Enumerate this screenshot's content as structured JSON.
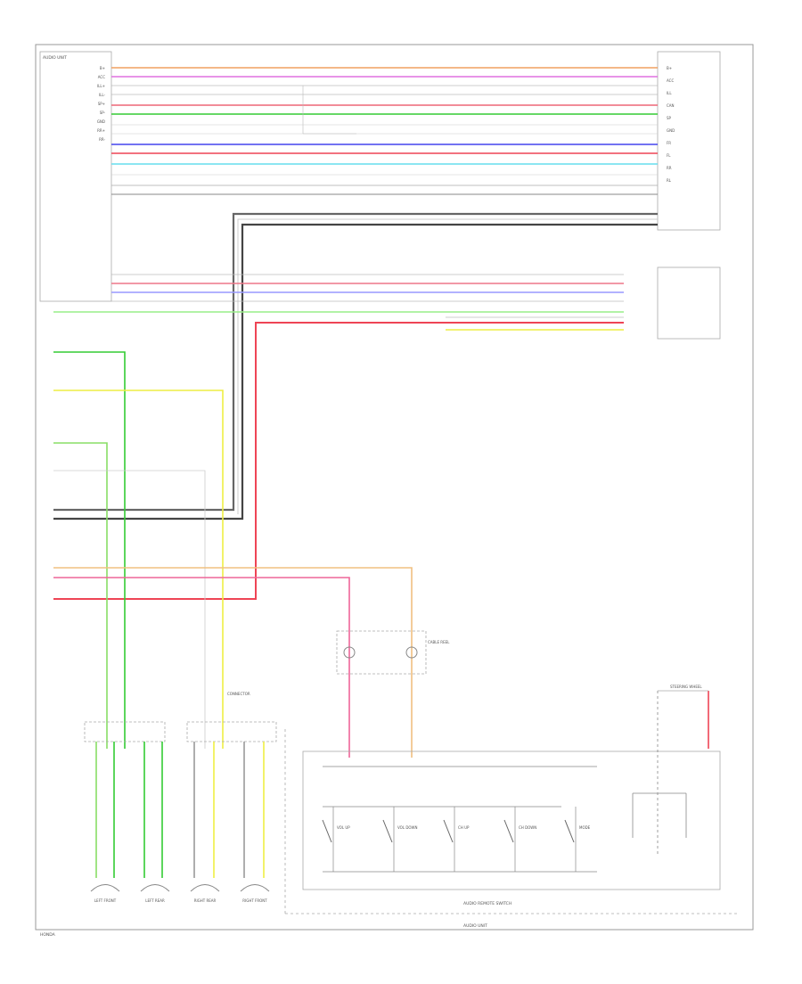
{
  "diagram": {
    "corner_label": "HONDA",
    "head_unit_label": "AUDIO UNIT",
    "footer_label": "AUDIO UNIT",
    "switch_group_label": "AUDIO REMOTE SWITCH",
    "steering_label": "STEERING WHEEL",
    "mute_sensor_label": "CABLE REEL",
    "connector_label": "CONNECTOR",
    "colors": {
      "orange": "#f0a060",
      "pink": "#e070e0",
      "red": "#ee4455",
      "green": "#33cc33",
      "lightgreen": "#88dd66",
      "blue": "#4444ee",
      "cyan": "#66ddee",
      "gray": "#999999",
      "yellow": "#eeee44",
      "black": "#333333",
      "lavender": "#9999ff"
    },
    "left_pins": [
      "B+",
      "ACC",
      "ILL+",
      "ILL-",
      "SP+",
      "SP-",
      "GND",
      "RR+",
      "RR-"
    ],
    "right_pins": [
      "B+",
      "ACC",
      "ILL",
      "CAN",
      "SP",
      "GND",
      "FR",
      "FL",
      "RR",
      "RL"
    ],
    "speakers": [
      "LEFT FRONT",
      "LEFT REAR",
      "RIGHT REAR",
      "RIGHT FRONT"
    ],
    "switches": [
      "VOL UP",
      "VOL DOWN",
      "CH UP",
      "CH DOWN",
      "MODE"
    ]
  }
}
